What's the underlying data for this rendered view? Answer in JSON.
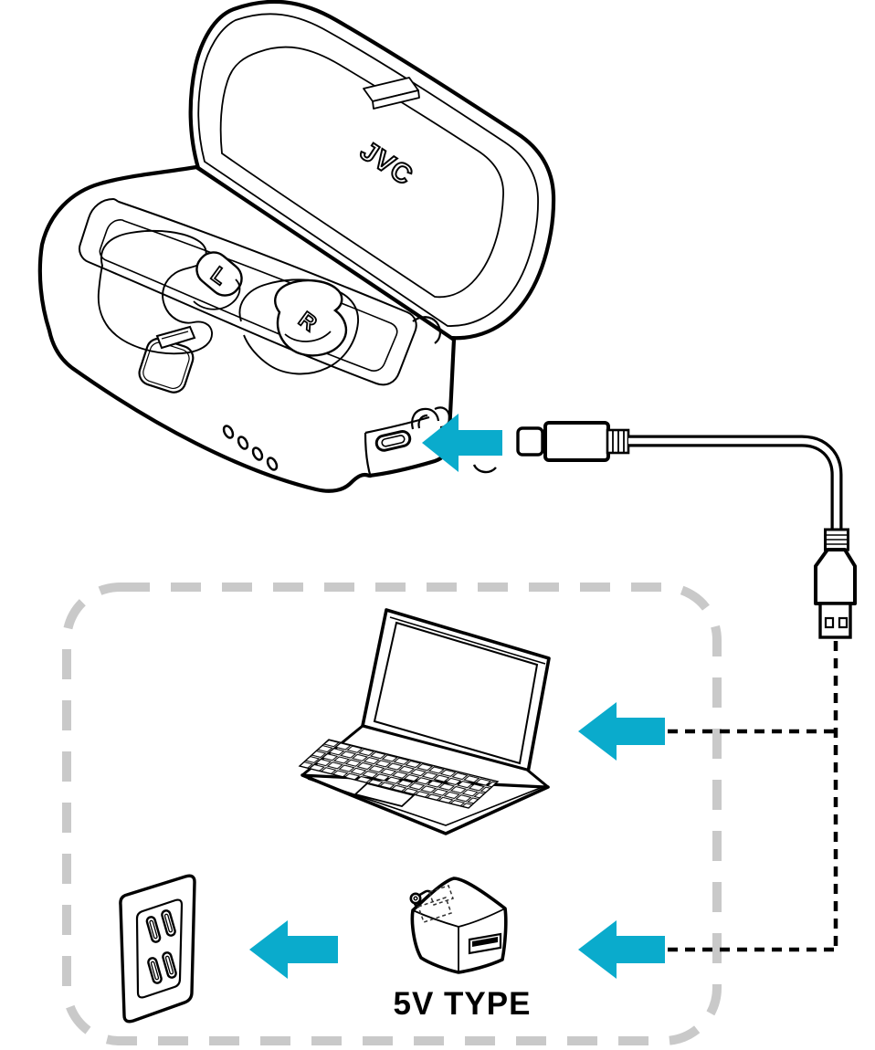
{
  "labels": {
    "brand_logo": "JVC",
    "left_earbud": "L",
    "right_earbud": "R",
    "adapter_type": "5V TYPE"
  },
  "colors": {
    "accent_arrow": "#0aabcc",
    "outline": "#000000",
    "grouping_dash": "#c9c9c9",
    "background": "#ffffff"
  },
  "icons": [
    "charging-case-open-icon",
    "jvc-logo",
    "usb-type-c-plug-icon",
    "usb-cable-icon",
    "usb-type-a-plug-icon",
    "left-arrow-icon",
    "laptop-icon",
    "wall-outlet-icon",
    "usb-power-adapter-icon",
    "dashed-connection-line",
    "connection-options-group-box"
  ]
}
